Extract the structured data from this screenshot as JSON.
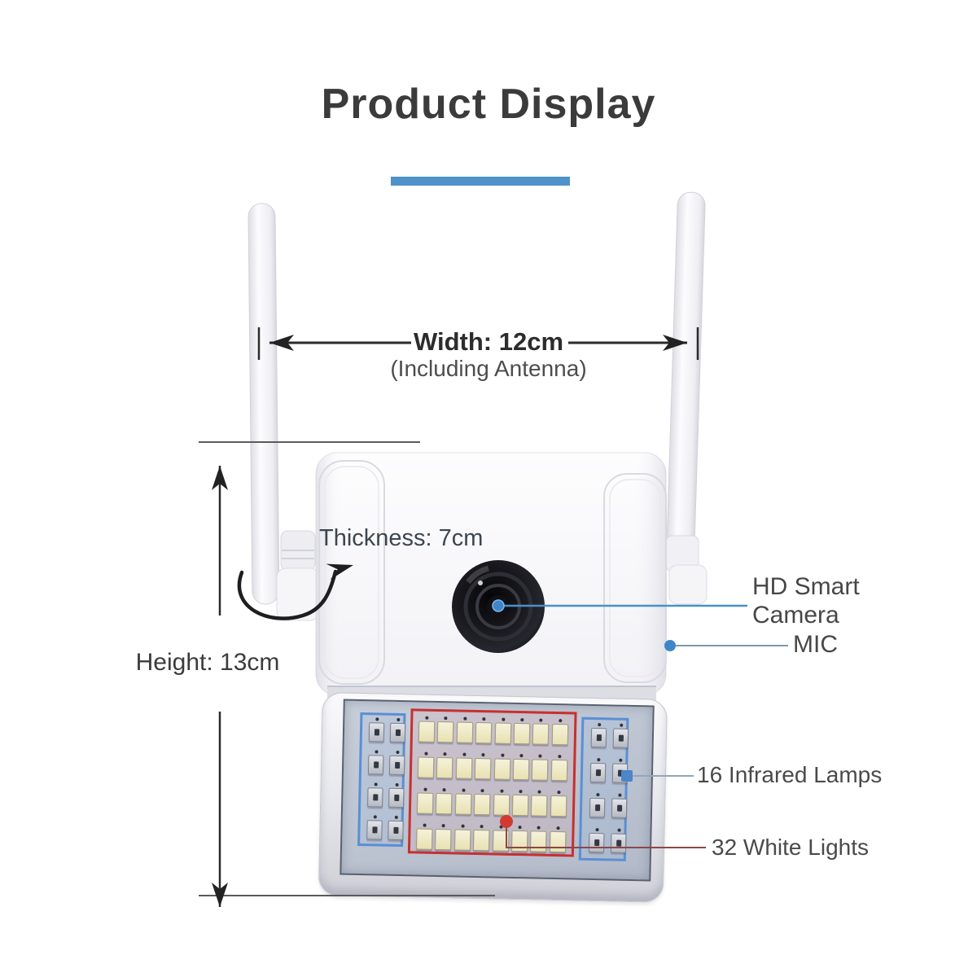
{
  "title": "Product Display",
  "accent_color": "#4E92C9",
  "annotations": {
    "width": {
      "label": "Width: 12cm",
      "sub": "(Including Antenna)"
    },
    "height": {
      "label": "Height: 13cm"
    },
    "thickness": {
      "label": "Thickness: 7cm"
    },
    "camera": {
      "line1": "HD Smart",
      "line2": "Camera"
    },
    "mic": {
      "label": "MIC"
    },
    "infrared": {
      "label": "16 Infrared Lamps"
    },
    "white_lights": {
      "label": "32 White Lights"
    }
  },
  "panel": {
    "white_lights": {
      "count": 32,
      "rows": 4,
      "cols": 8
    },
    "infrared_lamps": {
      "count": 16,
      "rows": 4,
      "cols": 2,
      "groups": 2
    }
  },
  "colors": {
    "leader_blue": "#4a90c8",
    "leader_gray_blue": "#8fa3b5",
    "leader_dark_red": "#8a4848",
    "red_outline": "#c92f2f",
    "blue_outline": "#5b8fd4",
    "dimension_line": "#2b2b2b"
  }
}
